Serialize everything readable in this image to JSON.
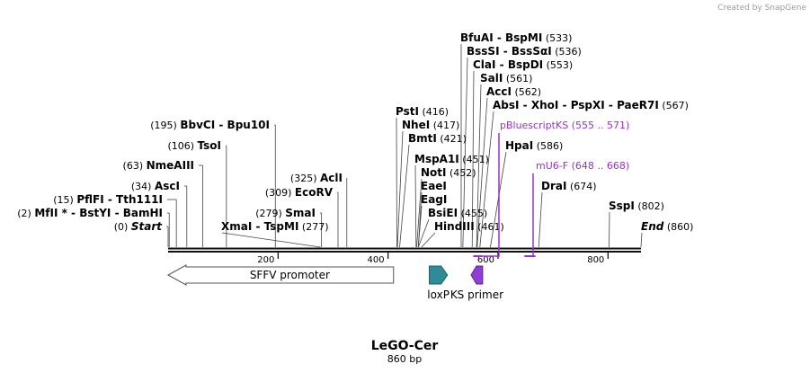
{
  "watermark": "Created by SnapGene",
  "map": {
    "name": "LeGO-Cer",
    "length": "860 bp",
    "total_bp": 860,
    "backbone_color": "#111111",
    "primer_color": "#9932cc",
    "ticks": [
      "200",
      "400",
      "600",
      "800"
    ]
  },
  "sites": [
    {
      "pos": 0,
      "pos_label": "(0)",
      "names": [
        "Start"
      ],
      "italic": true
    },
    {
      "pos": 2,
      "pos_label": "(2)",
      "names": [
        "MfII *",
        "BstYI",
        "BamHI"
      ]
    },
    {
      "pos": 15,
      "pos_label": "(15)",
      "names": [
        "PflFI",
        "Tth111I"
      ]
    },
    {
      "pos": 34,
      "pos_label": "(34)",
      "names": [
        "AscI"
      ]
    },
    {
      "pos": 63,
      "pos_label": "(63)",
      "names": [
        "NmeAIII"
      ]
    },
    {
      "pos": 106,
      "pos_label": "(106)",
      "names": [
        "TsoI"
      ]
    },
    {
      "pos": 195,
      "pos_label": "(195)",
      "names": [
        "BbvCI",
        "Bpu10I"
      ]
    },
    {
      "pos": 277,
      "pos_label": "(277)",
      "names": [
        "XmaI",
        "TspMI"
      ]
    },
    {
      "pos": 279,
      "pos_label": "(279)",
      "names": [
        "SmaI"
      ]
    },
    {
      "pos": 309,
      "pos_label": "(309)",
      "names": [
        "EcoRV"
      ]
    },
    {
      "pos": 325,
      "pos_label": "(325)",
      "names": [
        "AclI"
      ]
    },
    {
      "pos": 416,
      "pos_label": "(416)",
      "names": [
        "PstI"
      ]
    },
    {
      "pos": 417,
      "pos_label": "(417)",
      "names": [
        "NheI"
      ]
    },
    {
      "pos": 421,
      "pos_label": "(421)",
      "names": [
        "BmtI"
      ]
    },
    {
      "pos": 451,
      "pos_label": "(451)",
      "names": [
        "MspA1I"
      ]
    },
    {
      "pos": 452,
      "pos_label": "(452)",
      "names": [
        "NotI"
      ]
    },
    {
      "pos": 455,
      "pos_label": "",
      "names": [
        "EaeI"
      ]
    },
    {
      "pos": 455,
      "pos_label": "",
      "names": [
        "EagI"
      ]
    },
    {
      "pos": 455,
      "pos_label": "(455)",
      "names": [
        "BsiEI"
      ]
    },
    {
      "pos": 461,
      "pos_label": "(461)",
      "names": [
        "HindIII"
      ]
    },
    {
      "pos": 533,
      "pos_label": "(533)",
      "names": [
        "BfuAI",
        "BspMI"
      ]
    },
    {
      "pos": 536,
      "pos_label": "(536)",
      "names": [
        "BssSI",
        "BssSαI"
      ]
    },
    {
      "pos": 553,
      "pos_label": "(553)",
      "names": [
        "ClaI",
        "BspDI"
      ]
    },
    {
      "pos": 561,
      "pos_label": "(561)",
      "names": [
        "SalI"
      ]
    },
    {
      "pos": 562,
      "pos_label": "(562)",
      "names": [
        "AccI"
      ]
    },
    {
      "pos": 567,
      "pos_label": "(567)",
      "names": [
        "AbsI",
        "XhoI",
        "PspXI",
        "PaeR7I"
      ]
    },
    {
      "pos": 586,
      "pos_label": "(586)",
      "names": [
        "HpaI"
      ]
    },
    {
      "pos": 674,
      "pos_label": "(674)",
      "names": [
        "DraI"
      ]
    },
    {
      "pos": 802,
      "pos_label": "(802)",
      "names": [
        "SspI"
      ]
    },
    {
      "pos": 860,
      "pos_label": "(860)",
      "names": [
        "End"
      ],
      "italic": true
    }
  ],
  "primers": [
    {
      "name": "pBluescriptKS",
      "range": "(555 .. 571)",
      "start": 555,
      "end": 571
    },
    {
      "name": "mU6-F",
      "range": "(648 .. 668)",
      "start": 648,
      "end": 668
    }
  ],
  "features": [
    {
      "name": "SFFV promoter",
      "start": 0,
      "end": 410,
      "direction": "reverse",
      "color": "#ffffff",
      "stroke": "#555555"
    },
    {
      "name": "loxP",
      "start": 475,
      "end": 508,
      "direction": "forward",
      "color": "#2f8a9a",
      "stroke": "#1d5f6b"
    },
    {
      "name": "KS primer",
      "start": 551,
      "end": 572,
      "direction": "reverse",
      "color": "#8f3fd6",
      "stroke": "#5c1f8f"
    }
  ]
}
